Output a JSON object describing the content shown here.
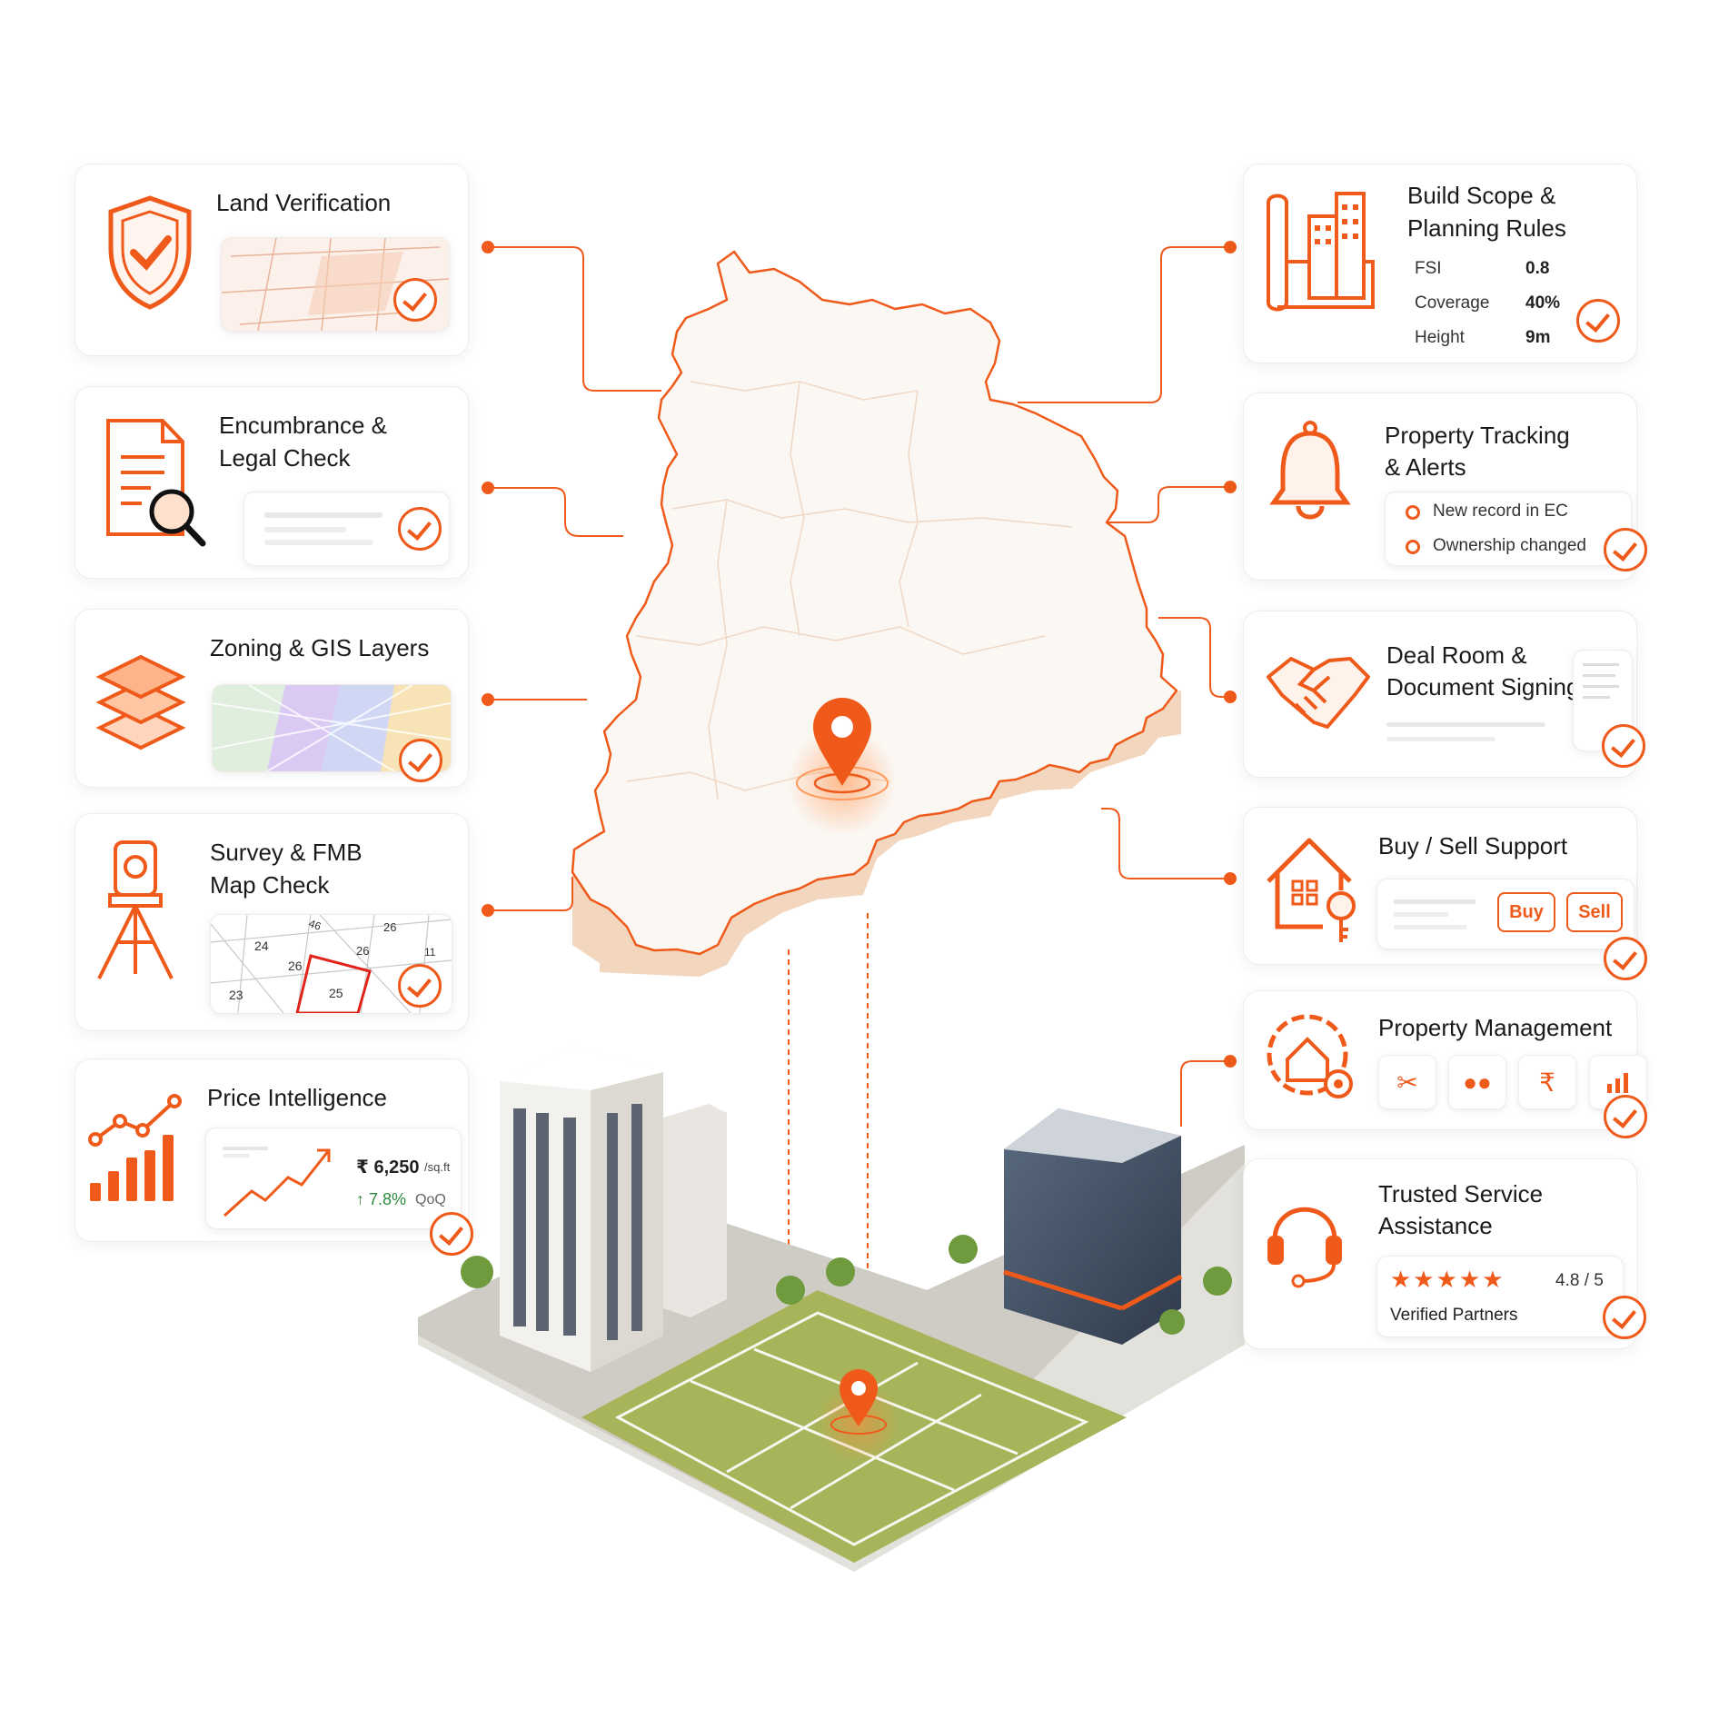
{
  "colors": {
    "accent": "#ef5a1a",
    "map_fill": "#fbf7f3",
    "positive": "#2e8b3e"
  },
  "left_features": [
    {
      "title": "Land Verification",
      "icon": "shield-check-icon"
    },
    {
      "title_line1": "Encumbrance &",
      "title_line2": "Legal Check",
      "icon": "document-search-icon"
    },
    {
      "title": "Zoning & GIS Layers",
      "icon": "layers-icon"
    },
    {
      "title_line1": "Survey & FMB",
      "title_line2": "Map Check",
      "icon": "theodolite-icon",
      "plot_numbers": [
        "46",
        "26",
        "24",
        "26",
        "26",
        "11",
        "23",
        "25"
      ]
    },
    {
      "title": "Price Intelligence",
      "icon": "bar-trend-icon",
      "price": "₹ 6,250",
      "price_unit": "/sq.ft",
      "change": "↑ 7.8%",
      "change_period": "QoQ"
    }
  ],
  "right_features": [
    {
      "title_line1": "Build Scope &",
      "title_line2": "Planning Rules",
      "icon": "building-blueprint-icon",
      "rules": [
        {
          "label": "FSI",
          "value": "0.8"
        },
        {
          "label": "Coverage",
          "value": "40%"
        },
        {
          "label": "Height",
          "value": "9m"
        }
      ]
    },
    {
      "title_line1": "Property Tracking",
      "title_line2": "& Alerts",
      "icon": "bell-icon",
      "alerts": [
        "New record in EC",
        "Ownership changed"
      ]
    },
    {
      "title_line1": "Deal Room &",
      "title_line2": "Document Signing",
      "icon": "handshake-icon"
    },
    {
      "title": "Buy / Sell Support",
      "icon": "house-key-icon",
      "buy_label": "Buy",
      "sell_label": "Sell"
    },
    {
      "title": "Property Management",
      "icon": "house-gear-icon",
      "tools": [
        "tools-icon",
        "people-icon",
        "rupee-icon",
        "bar-chart-icon"
      ]
    },
    {
      "title_line1": "Trusted Service",
      "title_line2": "Assistance",
      "icon": "headset-icon",
      "rating": "4.8 / 5",
      "stars": 5,
      "partners": "Verified Partners"
    }
  ]
}
